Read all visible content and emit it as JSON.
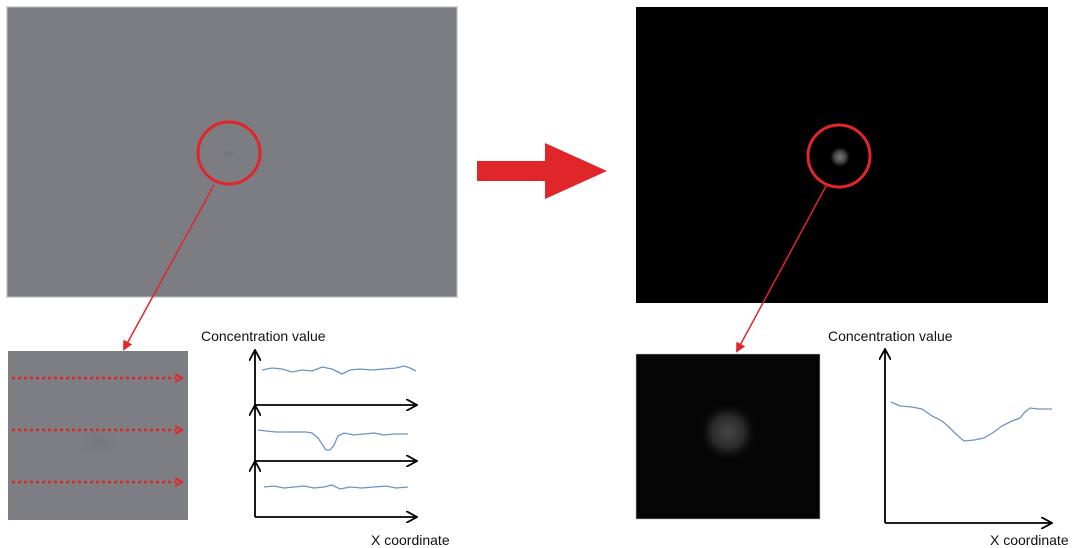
{
  "left_panel": {
    "y_axis_label": "Concentration value",
    "x_axis_label": "X coordinate"
  },
  "right_panel": {
    "y_axis_label": "Concentration value",
    "x_axis_label": "X coordinate"
  },
  "colors": {
    "raw_image": "#7c7d82",
    "processed_image": "#000000",
    "highlight": "#e0262b",
    "profile_line": "#6e93c8",
    "axis": "#000000"
  }
}
